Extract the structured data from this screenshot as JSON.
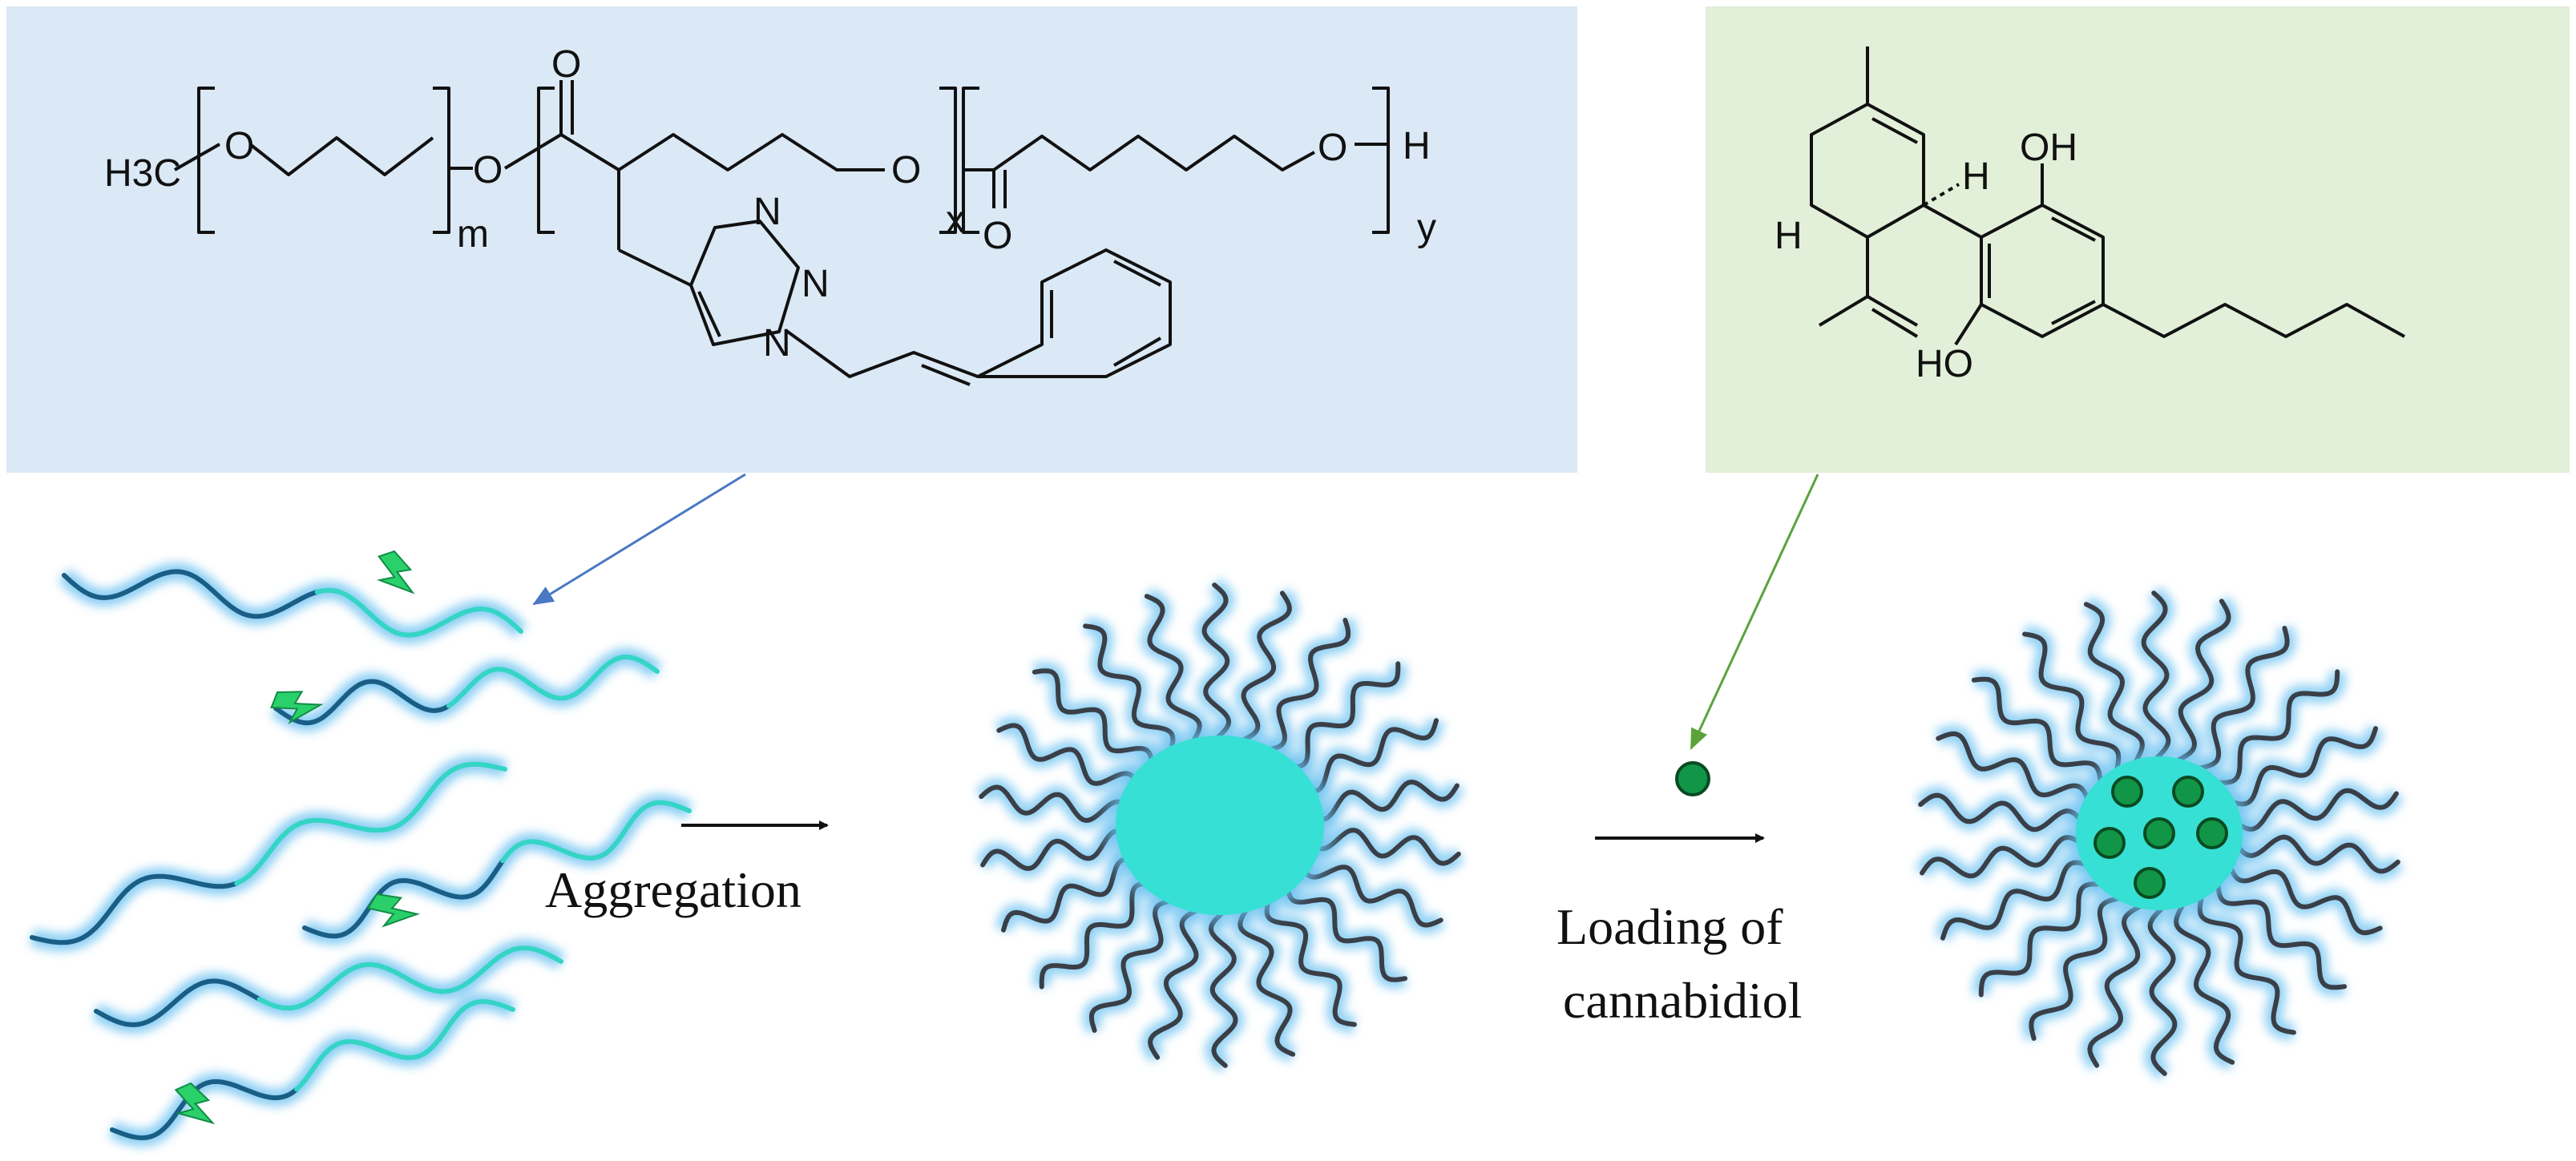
{
  "colors": {
    "polymer_box": "#dbe8f5",
    "cbd_box": "#e2efd9",
    "bond": "#111111",
    "chain_dark": "#3a3f47",
    "chain_blue": "#1a5e86",
    "chain_cyan": "#35d5c6",
    "glow": "#66bff0",
    "core": "#37e0d4",
    "drug": "#119647",
    "bolt": "#2ad06a",
    "arrow_blue": "#4a78c2",
    "arrow_green": "#5aa33c"
  },
  "polymer_structure": {
    "h3c": "H3C",
    "o_ether": "O",
    "m": "m",
    "o_link": "O",
    "o_carbonyl": "O",
    "o_backbone": "O",
    "x": "x",
    "o_carbonyl_2": "O",
    "o_terminal": "O",
    "h_terminal": "H",
    "y": "y",
    "n1": "N",
    "n2": "N",
    "n3": "N"
  },
  "cbd_structure": {
    "h_top": "H",
    "h_left": "H",
    "oh_top": "OH",
    "oh_bottom": "HO"
  },
  "labels": {
    "step1": "Aggregation",
    "step2_line1": "Loading of",
    "step2_line2": "cannabidiol"
  }
}
